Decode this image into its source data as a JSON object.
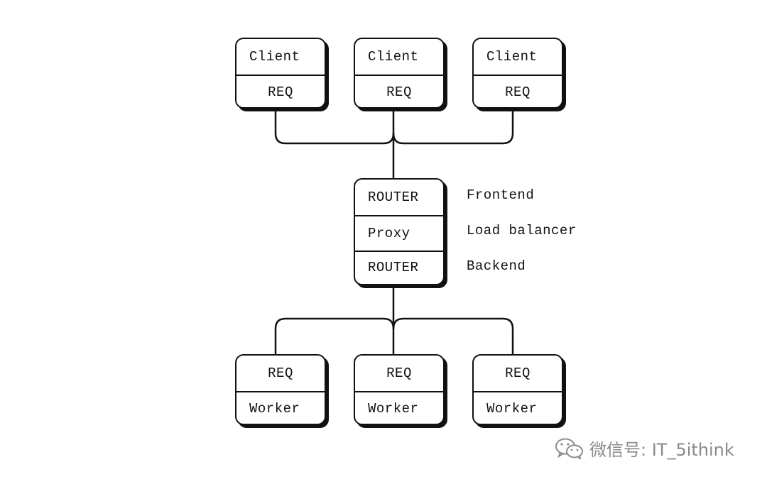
{
  "clients": [
    {
      "top": "Client",
      "bottom": "REQ"
    },
    {
      "top": "Client",
      "bottom": "REQ"
    },
    {
      "top": "Client",
      "bottom": "REQ"
    }
  ],
  "broker": {
    "rows": [
      "ROUTER",
      "Proxy",
      "ROUTER"
    ],
    "labels": [
      "Frontend",
      "Load balancer",
      "Backend"
    ]
  },
  "workers": [
    {
      "top": "REQ",
      "bottom": "Worker"
    },
    {
      "top": "REQ",
      "bottom": "Worker"
    },
    {
      "top": "REQ",
      "bottom": "Worker"
    }
  ],
  "watermark": {
    "text": "微信号: IT_5ithink",
    "icon": "wechat-icon"
  }
}
